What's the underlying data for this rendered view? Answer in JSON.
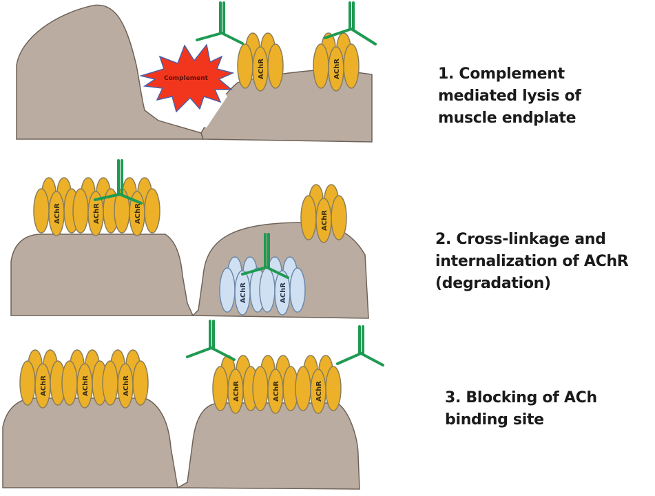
{
  "diagram": {
    "title": "Mechanisms of antibody-mediated damage at the muscle endplate (AChR)",
    "receptor_label": "AChR",
    "complement_label": "Complement",
    "colors": {
      "cell": "#baaca0",
      "receptor": "#ecb128",
      "internalized_receptor": "#cfe0f2",
      "antibody": "#1f9a52",
      "complement": "#f2361d"
    },
    "panels": [
      {
        "id": 1,
        "caption_lines": [
          "1. Complement",
          "mediated lysis of",
          "muscle endplate"
        ],
        "receptor_clusters": 2,
        "antibodies": 2,
        "complement_present": true
      },
      {
        "id": 2,
        "caption_lines": [
          "2. Cross-linkage and",
          "internalization of AChR",
          "(degradation)"
        ],
        "receptor_clusters": 4,
        "internalized_clusters": 2,
        "antibodies": 2
      },
      {
        "id": 3,
        "caption_lines": [
          "3. Blocking of ACh",
          "binding site"
        ],
        "receptor_clusters": 6,
        "antibodies": 2
      }
    ]
  }
}
